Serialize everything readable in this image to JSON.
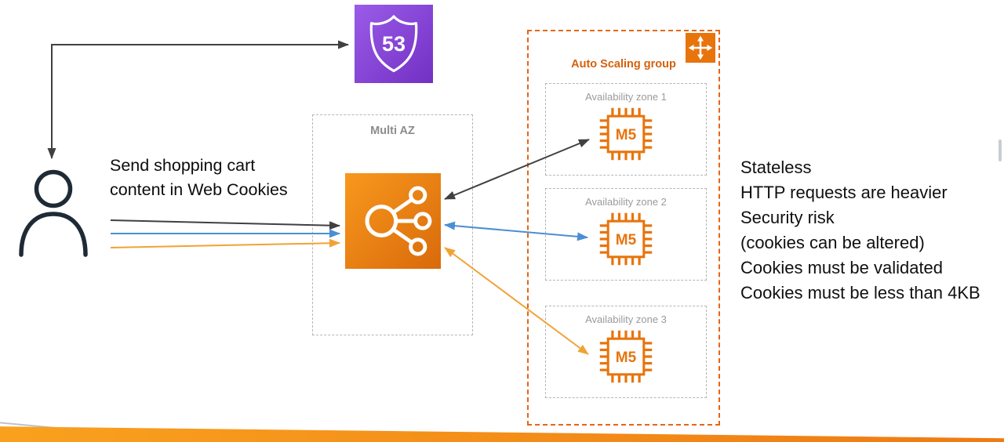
{
  "route53": {
    "label": "53"
  },
  "user": {
    "caption": "Send shopping cart content in Web Cookies"
  },
  "multi_az": {
    "label": "Multi AZ"
  },
  "auto_scaling": {
    "label": "Auto Scaling group"
  },
  "zones": [
    {
      "label": "Availability zone 1",
      "instance_type": "M5"
    },
    {
      "label": "Availability zone 2",
      "instance_type": "M5"
    },
    {
      "label": "Availability zone 3",
      "instance_type": "M5"
    }
  ],
  "notes": [
    "Stateless",
    "HTTP requests are heavier",
    "Security risk",
    "(cookies can be altered)",
    "Cookies must be validated",
    "Cookies must be less than 4KB"
  ],
  "colors": {
    "aws_orange": "#E8740C",
    "route53_purple": "#8545D8",
    "arrow_black": "#404040",
    "arrow_blue": "#4A8FD4",
    "arrow_orange": "#F2A235",
    "asg_border_orange": "#E8650F",
    "dashed_gray": "#B5B5B5",
    "label_gray": "#8C8C8C"
  }
}
